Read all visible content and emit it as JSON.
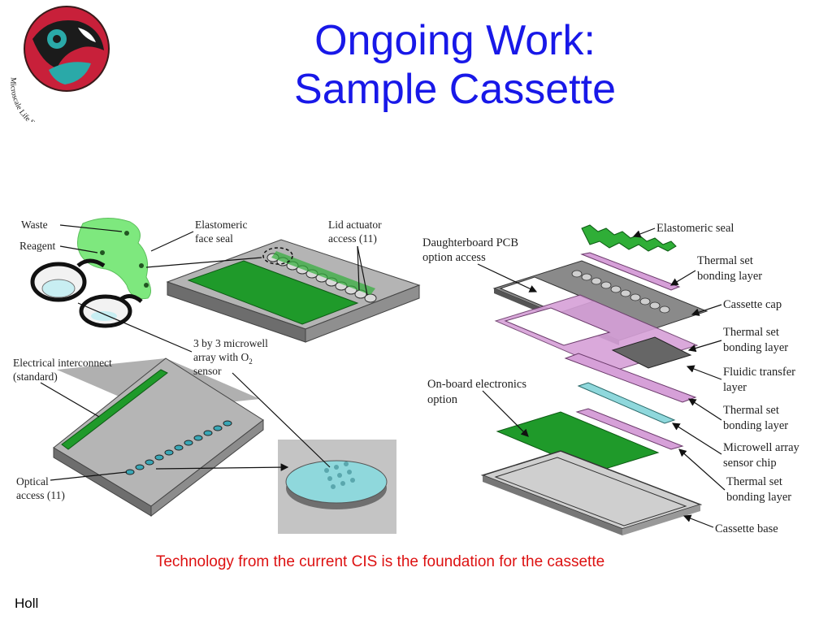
{
  "slide": {
    "title_line1": "Ongoing Work:",
    "title_line2": "Sample Cassette",
    "caption": "Technology from the current CIS is the foundation for the cassette",
    "author": "Holl",
    "logo_text": "Microscale Life Sciences Center"
  },
  "colors": {
    "title": "#1818e8",
    "caption": "#dd1111",
    "green_seal": "#7ee87e",
    "pcb_green": "#1f9a2a",
    "pink_layer": "#d6a0d8",
    "cyan_chip": "#8fd8dc",
    "gray_cap": "#8a8a8a"
  },
  "left_labels": {
    "waste": "Waste",
    "reagent": "Reagent",
    "face_seal_1": "Elastomeric",
    "face_seal_2": "face seal",
    "lid_1": "Lid actuator",
    "lid_2": "access (11)",
    "microwell_1": "3 by 3 microwell",
    "microwell_2": "array with O",
    "microwell_sub": "2",
    "microwell_3": "sensor",
    "interconnect_1": "Electrical interconnect",
    "interconnect_2": "(standard)",
    "optical_1": "Optical",
    "optical_2": "access (11)"
  },
  "right_labels": {
    "daughter_1": "Daughterboard PCB",
    "daughter_2": "option access",
    "onboard_1": "On-board electronics",
    "onboard_2": "option",
    "seal": "Elastomeric seal",
    "ts1_1": "Thermal set",
    "ts1_2": "bonding layer",
    "cap": "Cassette cap",
    "ts2_1": "Thermal set",
    "ts2_2": "bonding layer",
    "fluidic_1": "Fluidic transfer",
    "fluidic_2": "layer",
    "ts3_1": "Thermal set",
    "ts3_2": "bonding layer",
    "chip_1": "Microwell array",
    "chip_2": "sensor chip",
    "ts4_1": "Thermal set",
    "ts4_2": "bonding layer",
    "base": "Cassette base"
  }
}
